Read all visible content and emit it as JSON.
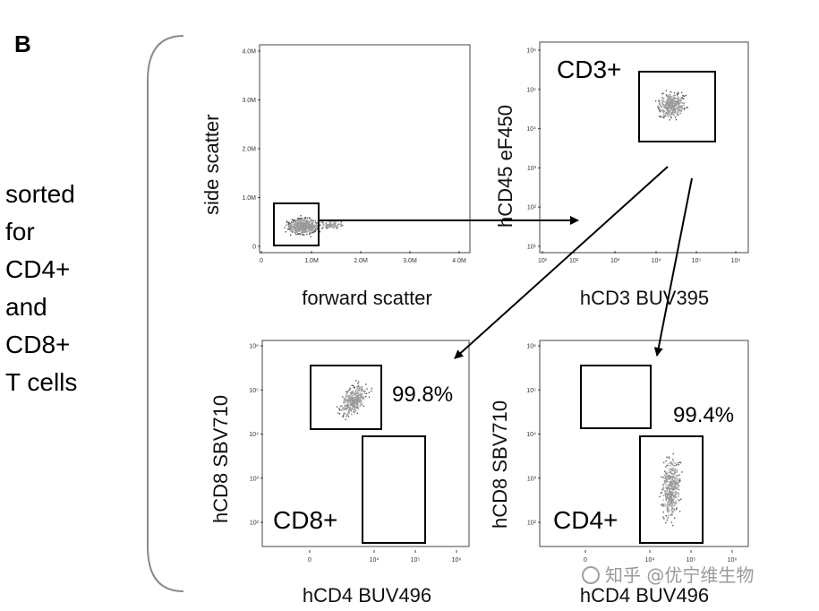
{
  "panel_letter": "B",
  "side_label_lines": [
    "sorted",
    "for",
    "CD4+",
    "and",
    "CD8+",
    "T cells"
  ],
  "watermark": "知乎 @优宁维生物",
  "plots": {
    "scatter": {
      "y_title": "side scatter",
      "x_title": "forward scatter",
      "y_ticks": [
        "4.0M",
        "3.0M",
        "2.0M",
        "1.0M",
        "0"
      ],
      "x_ticks": [
        "0",
        "1.0M",
        "2.0M",
        "3.0M",
        "4.0M"
      ]
    },
    "cd3": {
      "y_title": "hCD45 eF450",
      "x_title": "hCD3 BUV395",
      "gate_label": "CD3+",
      "y_ticks": [
        "10⁶",
        "10⁵",
        "10⁴",
        "10³",
        "10²",
        "10¹"
      ],
      "x_ticks": [
        "10¹",
        "10²",
        "10³",
        "10⁴",
        "10⁵",
        "10⁶"
      ]
    },
    "cd8": {
      "y_title": "hCD8 SBV710",
      "x_title": "hCD4 BUV496",
      "gate_label": "CD8+",
      "percent": "99.8%",
      "y_ticks": [
        "10⁶",
        "10⁵",
        "10⁴",
        "10³",
        "10²"
      ],
      "x_ticks": [
        "0",
        "10⁴",
        "10⁵",
        "10⁶"
      ]
    },
    "cd4": {
      "y_title": "hCD8 SBV710",
      "x_title": "hCD4 BUV496",
      "gate_label": "CD4+",
      "percent": "99.4%",
      "y_ticks": [
        "10⁶",
        "10⁵",
        "10⁴",
        "10³",
        "10²"
      ],
      "x_ticks": [
        "0",
        "10⁴",
        "10⁵",
        "10⁶"
      ]
    }
  }
}
